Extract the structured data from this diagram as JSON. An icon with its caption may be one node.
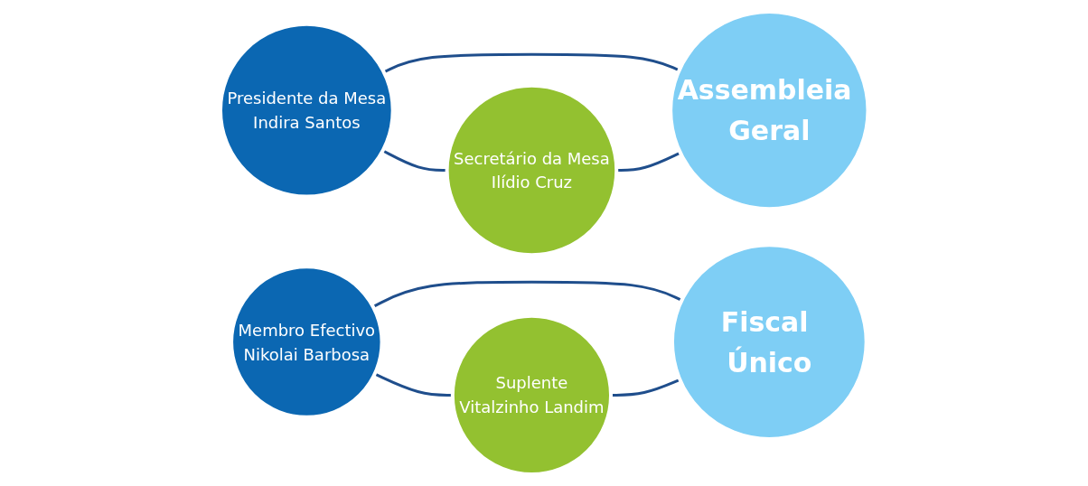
{
  "diagram": {
    "nodes": [
      {
        "text": [
          "Assembleia Geral"
        ]
      },
      {
        "text": [
          "Presidente da Mesa",
          "Indira Santos"
        ]
      },
      {
        "text": [
          "Secretário da Mesa",
          "Ilídio Cruz"
        ]
      },
      {
        "text": [
          "Fiscal Único"
        ]
      },
      {
        "text": [
          "Membro Efectivo",
          "Nikolai Barbosa"
        ]
      },
      {
        "text": [
          "Suplente",
          "Vitalzinho Landim"
        ]
      }
    ],
    "edges": [
      {
        "from": 1,
        "to": 0,
        "arrow": "none"
      },
      {
        "from": 1,
        "to": 2,
        "arrow": "none"
      },
      {
        "from": 2,
        "to": 0,
        "arrow": "none"
      },
      {
        "from": 4,
        "to": 3,
        "arrow": "none"
      },
      {
        "from": 4,
        "to": 5,
        "arrow": "none"
      },
      {
        "from": 5,
        "to": 3,
        "arrow": "none"
      }
    ]
  }
}
